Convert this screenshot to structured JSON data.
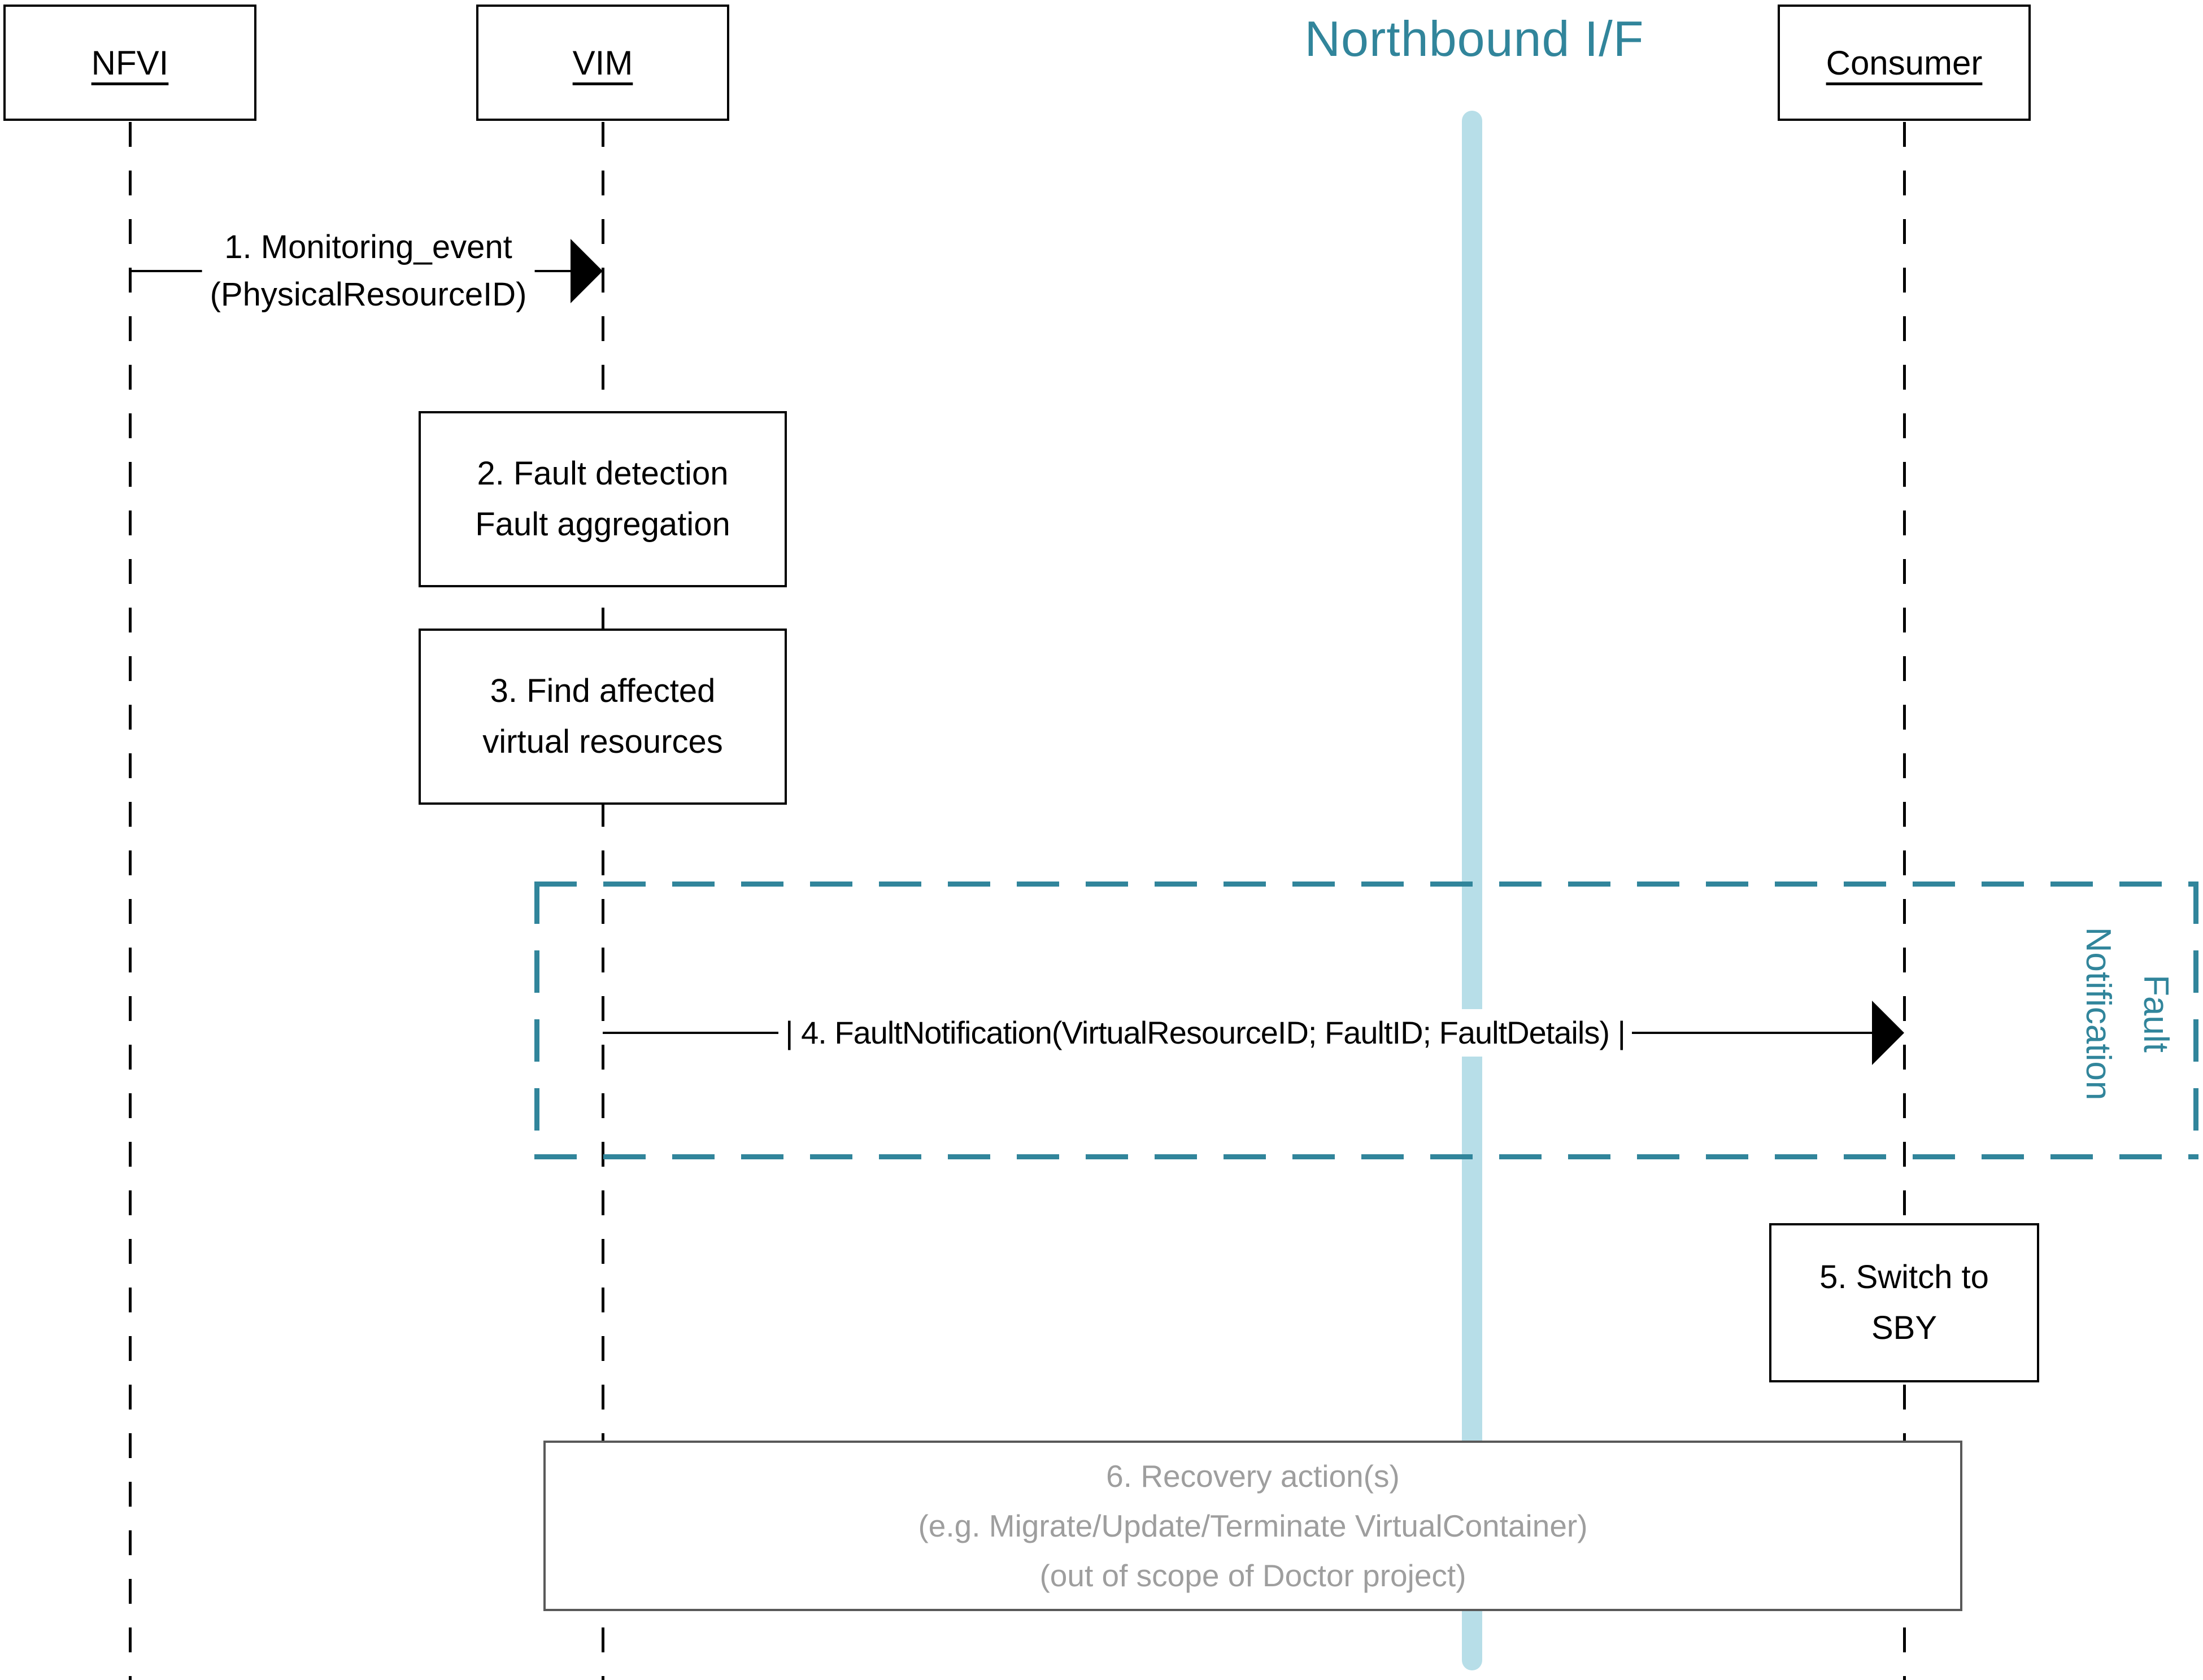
{
  "title": {
    "text": "Northbound I/F"
  },
  "actors": {
    "nfvi": "NFVI",
    "vim": "VIM",
    "consumer": "Consumer"
  },
  "msg1": {
    "line1": "1. Monitoring_event",
    "line2": "(PhysicalResourceID)",
    "from": "NFVI",
    "to": "VIM"
  },
  "box2": {
    "line1": "2. Fault detection",
    "line2": "Fault aggregation"
  },
  "box3": {
    "line1": "3. Find affected",
    "line2": "virtual resources"
  },
  "msg4": {
    "label": "| 4. FaultNotification(VirtualResourceID; FaultID; FaultDetails) |",
    "from": "VIM",
    "to": "Consumer"
  },
  "region": {
    "line1": "Fault",
    "line2": "Notification"
  },
  "box5": {
    "line1": "5. Switch to",
    "line2": "SBY"
  },
  "box6": {
    "line1": "6. Recovery action(s)",
    "line2": "(e.g. Migrate/Update/Terminate VirtualContainer)",
    "line3": "(out of scope of Doctor project)"
  },
  "colors": {
    "teal": "#31859B",
    "light_blue": "#B7DEE8",
    "gray_text": "#9E9E9E",
    "gray_border": "#595959",
    "black": "#000000",
    "background": "#FFFFFF"
  }
}
